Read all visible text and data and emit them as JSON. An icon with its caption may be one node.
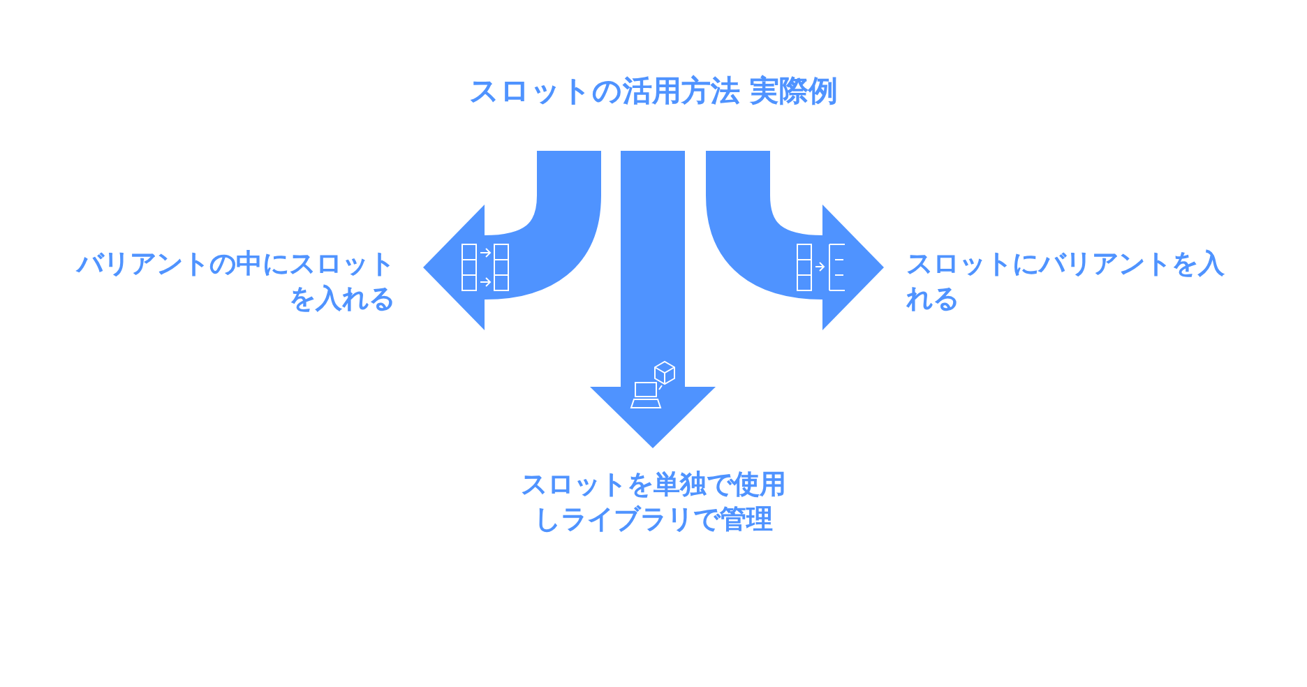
{
  "diagram": {
    "title": "スロットの活用方法 実際例",
    "nodes": [
      {
        "text": [
          "バリアントの中にスロットを入れる"
        ]
      },
      {
        "text": [
          "スロットを単独で使用しライブラリで管理"
        ]
      },
      {
        "text": [
          "スロットにバリアントを入れる"
        ]
      }
    ],
    "edges": [
      {
        "from": null,
        "to": 0,
        "arrow": "to"
      },
      {
        "from": null,
        "to": 1,
        "arrow": "to"
      },
      {
        "from": null,
        "to": 2,
        "arrow": "to"
      }
    ]
  }
}
